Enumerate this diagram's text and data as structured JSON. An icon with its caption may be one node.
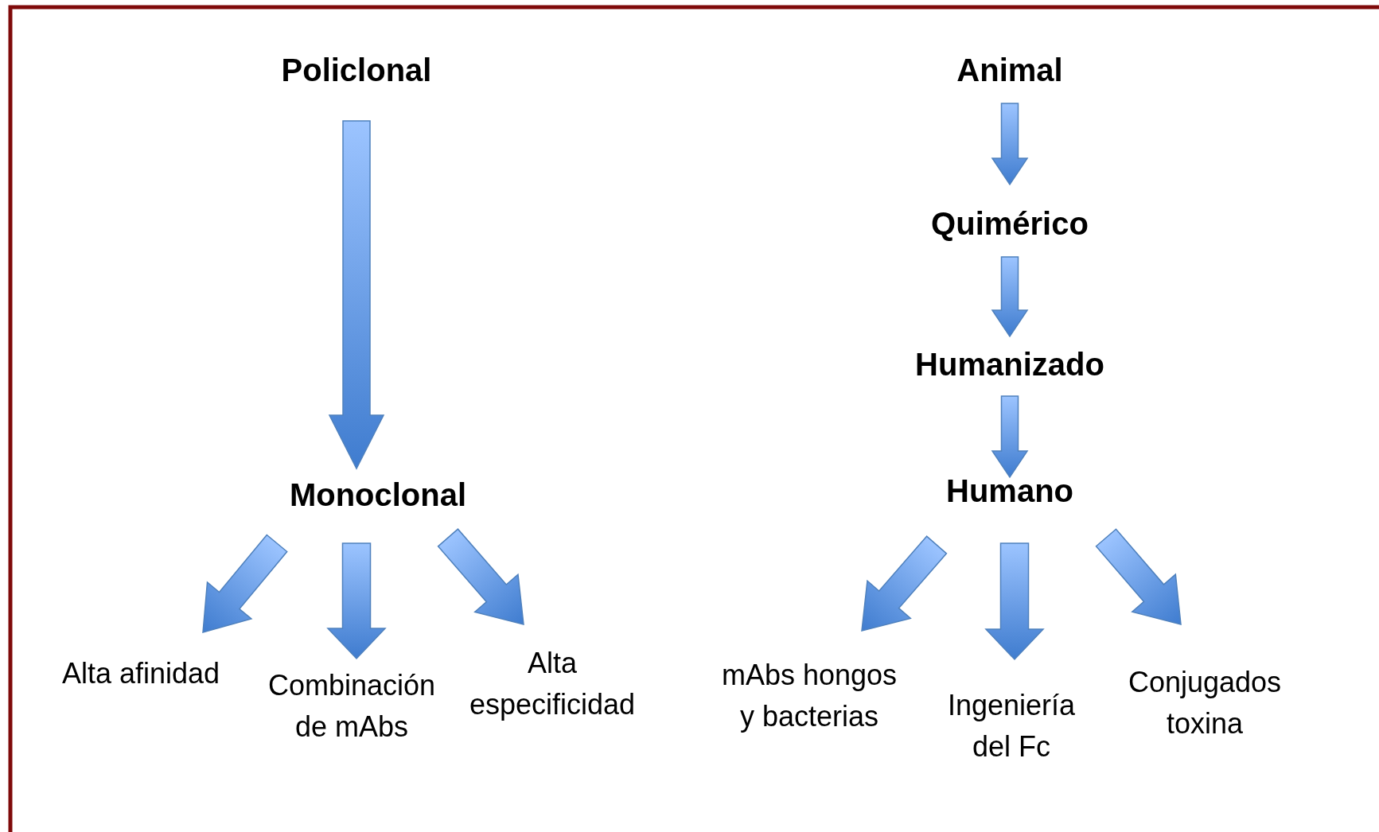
{
  "diagram": {
    "nodes": [
      {
        "text": [
          "Policlonal"
        ]
      },
      {
        "text": [
          "Monoclonal"
        ]
      },
      {
        "text": [
          "Alta afinidad"
        ]
      },
      {
        "text": [
          "Combinación de mAbs"
        ]
      },
      {
        "text": [
          "Alta especificidad"
        ]
      },
      {
        "text": [
          "Animal"
        ]
      },
      {
        "text": [
          "Quimérico"
        ]
      },
      {
        "text": [
          "Humanizado"
        ]
      },
      {
        "text": [
          "Humano"
        ]
      },
      {
        "text": [
          "mAbs hongos y bacterias"
        ]
      },
      {
        "text": [
          "Ingeniería del Fc"
        ]
      },
      {
        "text": [
          "Conjugados toxina"
        ]
      }
    ],
    "edges": [
      {
        "from": 0,
        "to": 1,
        "arrow": "to"
      },
      {
        "from": 1,
        "to": 2,
        "arrow": "to"
      },
      {
        "from": 1,
        "to": 3,
        "arrow": "to"
      },
      {
        "from": 1,
        "to": 4,
        "arrow": "to"
      },
      {
        "from": 5,
        "to": 6,
        "arrow": "to"
      },
      {
        "from": 6,
        "to": 7,
        "arrow": "to"
      },
      {
        "from": 7,
        "to": 8,
        "arrow": "to"
      },
      {
        "from": 8,
        "to": 9,
        "arrow": "to"
      },
      {
        "from": 8,
        "to": 10,
        "arrow": "to"
      },
      {
        "from": 8,
        "to": 11,
        "arrow": "to"
      }
    ]
  }
}
